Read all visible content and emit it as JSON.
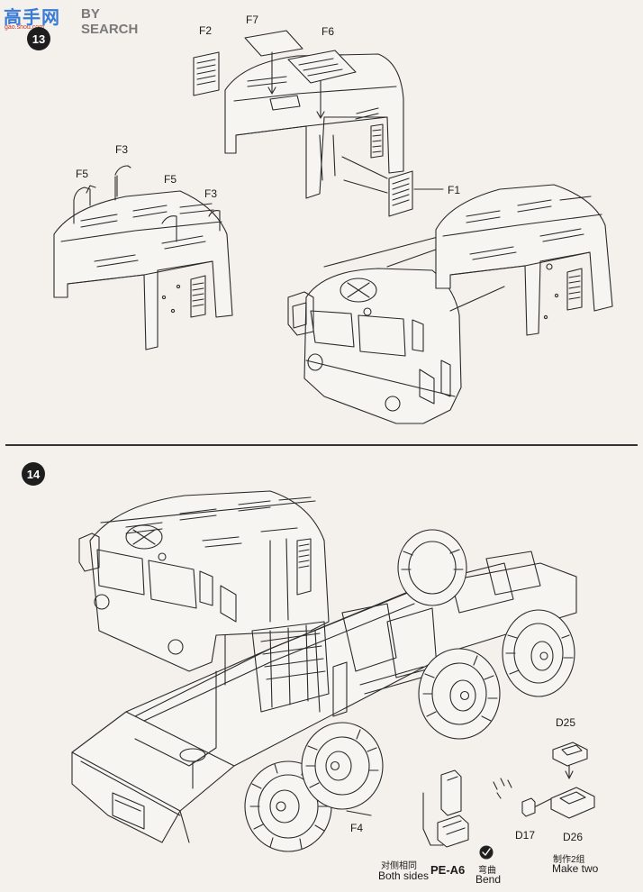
{
  "watermark": {
    "cn": "高手网",
    "en": "BY SEARCH",
    "url": "gao.shou.com"
  },
  "steps": [
    {
      "number": "13",
      "parts": {
        "f2": "F2",
        "f7": "F7",
        "f6": "F6",
        "f1": "F1",
        "f5_left": "F5",
        "f3_left": "F3",
        "f5_mid": "F5",
        "f3_right": "F3"
      }
    },
    {
      "number": "14",
      "parts": {
        "d25": "D25",
        "d17": "D17",
        "d26": "D26",
        "f4": "F4",
        "pe_a6": "PE-A6"
      },
      "notes": {
        "both_sides_cn": "对侧相同",
        "both_sides_en": "Both sides",
        "bend_cn": "弯曲",
        "bend_en": "Bend",
        "make_two_cn": "制作2组",
        "make_two_en": "Make two"
      }
    }
  ],
  "colors": {
    "ink": "#1a1a1a",
    "paper": "#f4f1ec",
    "line": "#2a2a2a"
  }
}
